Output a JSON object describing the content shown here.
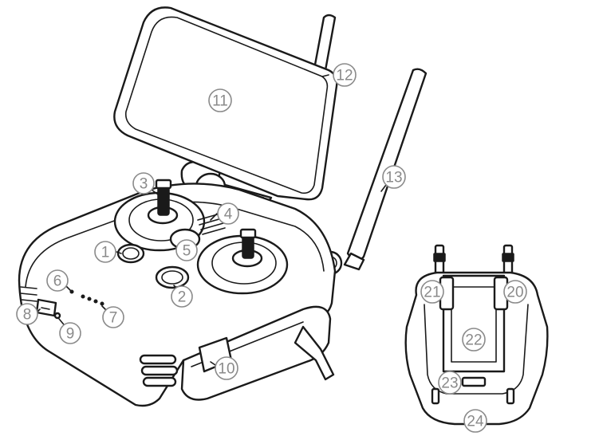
{
  "colors": {
    "line": "#1a1a1a",
    "callout": "#8a8a8a",
    "background": "#ffffff"
  },
  "callouts": [
    {
      "id": "c1",
      "label": "1"
    },
    {
      "id": "c2",
      "label": "2"
    },
    {
      "id": "c3",
      "label": "3"
    },
    {
      "id": "c4",
      "label": "4"
    },
    {
      "id": "c5",
      "label": "5"
    },
    {
      "id": "c6",
      "label": "6"
    },
    {
      "id": "c7",
      "label": "7"
    },
    {
      "id": "c8",
      "label": "8"
    },
    {
      "id": "c9",
      "label": "9"
    },
    {
      "id": "c10",
      "label": "10"
    },
    {
      "id": "c11",
      "label": "11"
    },
    {
      "id": "c12",
      "label": "12"
    },
    {
      "id": "c13",
      "label": "13"
    },
    {
      "id": "c20",
      "label": "20"
    },
    {
      "id": "c21",
      "label": "21"
    },
    {
      "id": "c22",
      "label": "22"
    },
    {
      "id": "c23",
      "label": "23"
    },
    {
      "id": "c24",
      "label": "24"
    }
  ]
}
